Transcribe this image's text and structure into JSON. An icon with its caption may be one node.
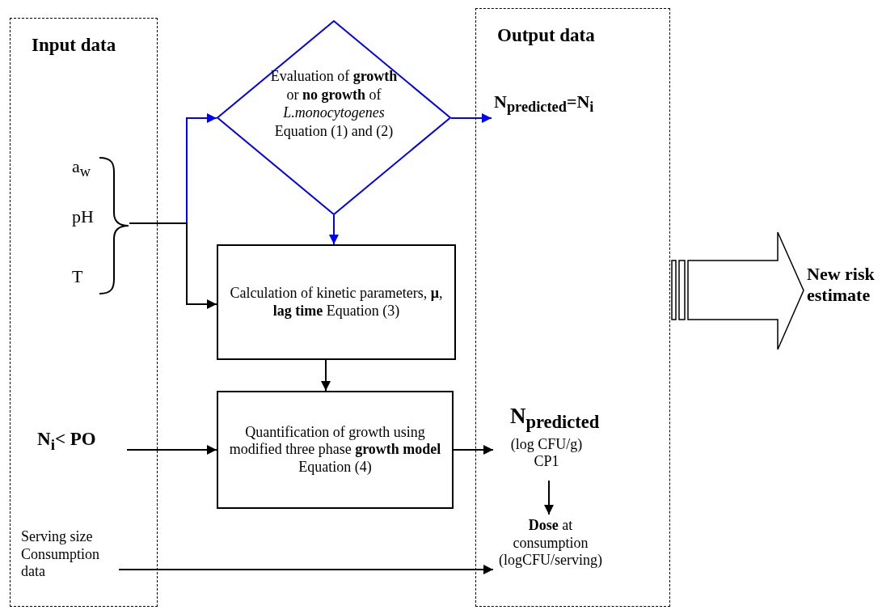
{
  "diagram": {
    "nodes": [
      {
        "text": [
          "Input data"
        ]
      },
      {
        "text": [
          "a$_{w}$",
          "pH",
          "T"
        ],
        "in": 0
      },
      {
        "text": [
          "N$_{i}$< PO"
        ],
        "in": 0
      },
      {
        "text": [
          "Serving size Consumption data"
        ],
        "in": 0
      },
      {
        "text": [
          "Evaluation of **growth** or **no growth** of *L.monocytogenes* Equation (1) and (2)"
        ]
      },
      {
        "text": [
          "Calculation of kinetic parameters, **μ**, **lag time** Equation (3)"
        ]
      },
      {
        "text": [
          "Quantification of growth using modified three phase **growth model** Equation (4)"
        ]
      },
      {
        "text": [
          "Output data"
        ]
      },
      {
        "text": [
          "N$_{predicted}$=N$_{i}$"
        ],
        "in": 7
      },
      {
        "text": [
          "N$_{predicted}$",
          "(log CFU/g) CP1"
        ],
        "in": 7
      },
      {
        "text": [
          "**Dose** at consumption (logCFU/serving)"
        ],
        "in": 7
      },
      {
        "text": [
          "New risk estimate"
        ]
      }
    ],
    "edges": [
      {
        "from": 1,
        "to": 4,
        "arrow": "to",
        "color": "#0000ff"
      },
      {
        "from": 1,
        "to": 5,
        "arrow": "to"
      },
      {
        "from": 4,
        "to": 8,
        "arrow": "to",
        "color": "#0000ff"
      },
      {
        "from": 4,
        "to": 5,
        "arrow": "to",
        "color": "#0000ff"
      },
      {
        "from": 5,
        "to": 6,
        "arrow": "to"
      },
      {
        "from": 2,
        "to": 6,
        "arrow": "to"
      },
      {
        "from": 6,
        "to": 9,
        "arrow": "to"
      },
      {
        "from": 9,
        "to": 10,
        "arrow": "to"
      },
      {
        "from": 3,
        "to": 10,
        "arrow": "to"
      },
      {
        "from": 7,
        "to": 11,
        "arrow": "to",
        "style": "thick"
      }
    ]
  }
}
